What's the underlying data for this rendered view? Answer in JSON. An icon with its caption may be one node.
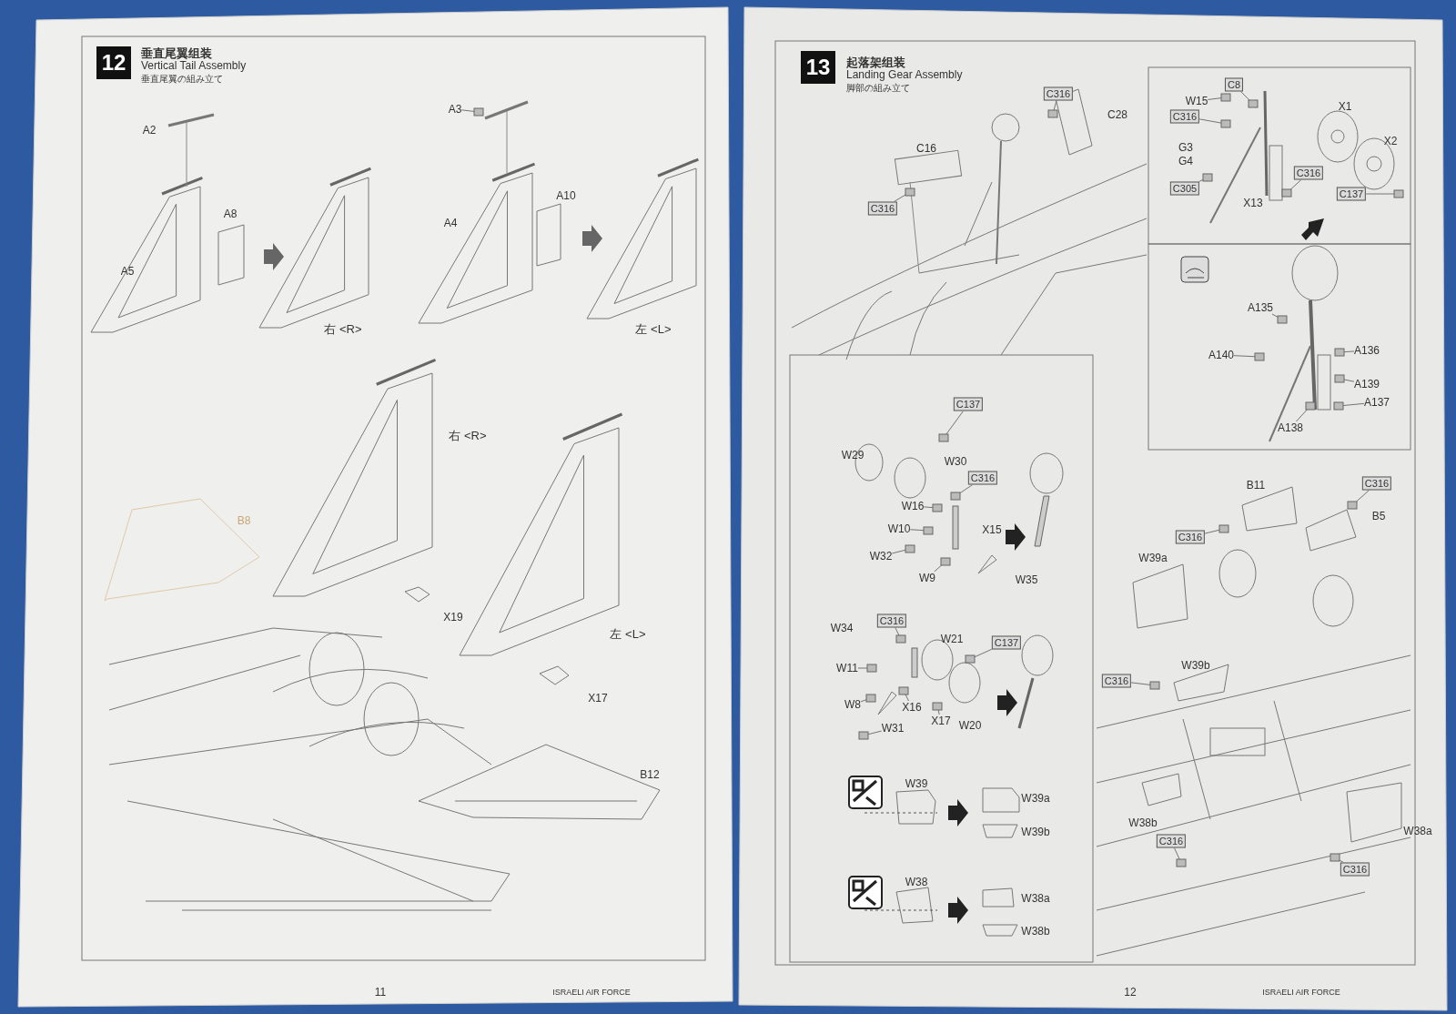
{
  "diagram": {
    "nodes": [
      {
        "text": [
          "12"
        ],
        "beside": [
          "垂直尾翼组装",
          "Vertical Tail Assembly",
          "垂直尾翼の組み立て"
        ]
      },
      {
        "text": [
          "A3"
        ]
      },
      {
        "text": [
          "13"
        ],
        "beside": [
          "起落架组装",
          "Landing Gear Assembly",
          "脚部の組み立て"
        ]
      },
      {
        "text": [
          "C316"
        ]
      },
      {
        "text": [
          "C316"
        ]
      },
      {
        "text": [
          "C8"
        ]
      },
      {
        "text": [
          "W15"
        ]
      },
      {
        "text": [
          "C316"
        ]
      },
      {
        "text": [
          "C305"
        ]
      },
      {
        "text": [
          "C316"
        ]
      },
      {
        "text": [
          "C137"
        ]
      },
      {
        "text": [
          "A135"
        ]
      },
      {
        "text": [
          "A140"
        ]
      },
      {
        "text": [
          "A136"
        ]
      },
      {
        "text": [
          "A139"
        ]
      },
      {
        "text": [
          "A137"
        ]
      },
      {
        "text": [
          "A138"
        ]
      },
      {
        "text": [
          "C137"
        ]
      },
      {
        "text": [
          "C316"
        ]
      },
      {
        "text": [
          "W16"
        ]
      },
      {
        "text": [
          "W10"
        ]
      },
      {
        "text": [
          "W32"
        ]
      },
      {
        "text": [
          "W9"
        ]
      },
      {
        "text": [
          "C316"
        ]
      },
      {
        "text": [
          "C137"
        ]
      },
      {
        "text": [
          "W11"
        ]
      },
      {
        "text": [
          "W8"
        ]
      },
      {
        "text": [
          "X16"
        ]
      },
      {
        "text": [
          "W31"
        ]
      },
      {
        "text": [
          "X17"
        ]
      },
      {
        "text": [
          "C316"
        ]
      },
      {
        "text": [
          "C316"
        ]
      },
      {
        "text": [
          "C316"
        ]
      },
      {
        "text": [
          "C316"
        ]
      },
      {
        "text": [
          "C316"
        ]
      },
      {
        "text": [],
        "shape": "box"
      },
      {
        "text": [],
        "shape": "box"
      },
      {
        "text": [],
        "shape": "box"
      },
      {
        "text": [],
        "shape": "box"
      },
      {
        "text": [],
        "shape": "box"
      },
      {
        "text": [],
        "shape": "box"
      },
      {
        "text": [],
        "shape": "box"
      },
      {
        "text": [],
        "shape": "box"
      },
      {
        "text": [],
        "shape": "box"
      },
      {
        "text": [],
        "shape": "box"
      },
      {
        "text": [],
        "shape": "box"
      },
      {
        "text": [],
        "shape": "box"
      },
      {
        "text": [],
        "shape": "box"
      },
      {
        "text": [],
        "shape": "box"
      },
      {
        "text": [],
        "shape": "box"
      },
      {
        "text": [],
        "shape": "box"
      },
      {
        "text": [],
        "shape": "box"
      },
      {
        "text": [],
        "shape": "box"
      },
      {
        "text": [],
        "shape": "box"
      },
      {
        "text": [],
        "shape": "box"
      },
      {
        "text": [],
        "shape": "box"
      },
      {
        "text": [],
        "shape": "box"
      },
      {
        "text": [],
        "shape": "box"
      },
      {
        "text": [],
        "shape": "box"
      },
      {
        "text": [],
        "shape": "box"
      },
      {
        "text": [],
        "shape": "box"
      },
      {
        "text": [],
        "shape": "box"
      },
      {
        "text": [],
        "shape": "box"
      },
      {
        "text": [],
        "shape": "box"
      },
      {
        "text": [],
        "shape": "box"
      },
      {
        "text": [],
        "shape": "box"
      },
      {
        "text": [],
        "shape": "box"
      },
      {
        "text": [],
        "shape": "box"
      }
    ],
    "edges": [
      {
        "from": 1,
        "to": 35,
        "arrow": "none"
      },
      {
        "from": 3,
        "to": 36,
        "arrow": "none"
      },
      {
        "from": 4,
        "to": 37,
        "arrow": "none"
      },
      {
        "from": 5,
        "to": 38,
        "arrow": "none"
      },
      {
        "from": 6,
        "to": 39,
        "arrow": "none"
      },
      {
        "from": 7,
        "to": 40,
        "arrow": "none"
      },
      {
        "from": 8,
        "to": 41,
        "arrow": "none"
      },
      {
        "from": 9,
        "to": 42,
        "arrow": "none"
      },
      {
        "from": 10,
        "to": 43,
        "arrow": "none"
      },
      {
        "from": 11,
        "to": 44,
        "arrow": "none"
      },
      {
        "from": 12,
        "to": 45,
        "arrow": "none"
      },
      {
        "from": 13,
        "to": 46,
        "arrow": "none"
      },
      {
        "from": 14,
        "to": 47,
        "arrow": "none"
      },
      {
        "from": 15,
        "to": 48,
        "arrow": "none"
      },
      {
        "from": 16,
        "to": 49,
        "arrow": "none"
      },
      {
        "from": 17,
        "to": 50,
        "arrow": "none"
      },
      {
        "from": 18,
        "to": 51,
        "arrow": "none"
      },
      {
        "from": 19,
        "to": 52,
        "arrow": "none"
      },
      {
        "from": 20,
        "to": 53,
        "arrow": "none"
      },
      {
        "from": 21,
        "to": 54,
        "arrow": "none"
      },
      {
        "from": 22,
        "to": 55,
        "arrow": "none"
      },
      {
        "from": 23,
        "to": 56,
        "arrow": "none"
      },
      {
        "from": 24,
        "to": 57,
        "arrow": "none"
      },
      {
        "from": 25,
        "to": 58,
        "arrow": "none"
      },
      {
        "from": 26,
        "to": 59,
        "arrow": "none"
      },
      {
        "from": 27,
        "to": 60,
        "arrow": "none"
      },
      {
        "from": 28,
        "to": 61,
        "arrow": "none"
      },
      {
        "from": 29,
        "to": 62,
        "arrow": "none"
      },
      {
        "from": 30,
        "to": 63,
        "arrow": "none"
      },
      {
        "from": 31,
        "to": 64,
        "arrow": "none"
      },
      {
        "from": 32,
        "to": 65,
        "arrow": "none"
      },
      {
        "from": 33,
        "to": 66,
        "arrow": "none"
      },
      {
        "from": 34,
        "to": 67,
        "arrow": "none"
      }
    ],
    "labels": [
      "A2",
      "A8",
      "A5",
      "A4",
      "A10",
      "右 <R>",
      "左 <L>",
      "右 <R>",
      "B8",
      "X19",
      "左 <L>",
      "X17",
      "B12",
      "11",
      "ISRAELI AIR FORCE",
      "C28",
      "C16",
      "G3",
      "G4",
      "X13",
      "X1",
      "X2",
      "W29",
      "W30",
      "X15",
      "W35",
      "W34",
      "W21",
      "W20",
      "W39",
      "W39a",
      "W39b",
      "W38",
      "W38a",
      "W38b",
      "B11",
      "B5",
      "W39a",
      "W39b",
      "W38b",
      "W38a",
      "12",
      "ISRAELI AIR FORCE"
    ]
  }
}
